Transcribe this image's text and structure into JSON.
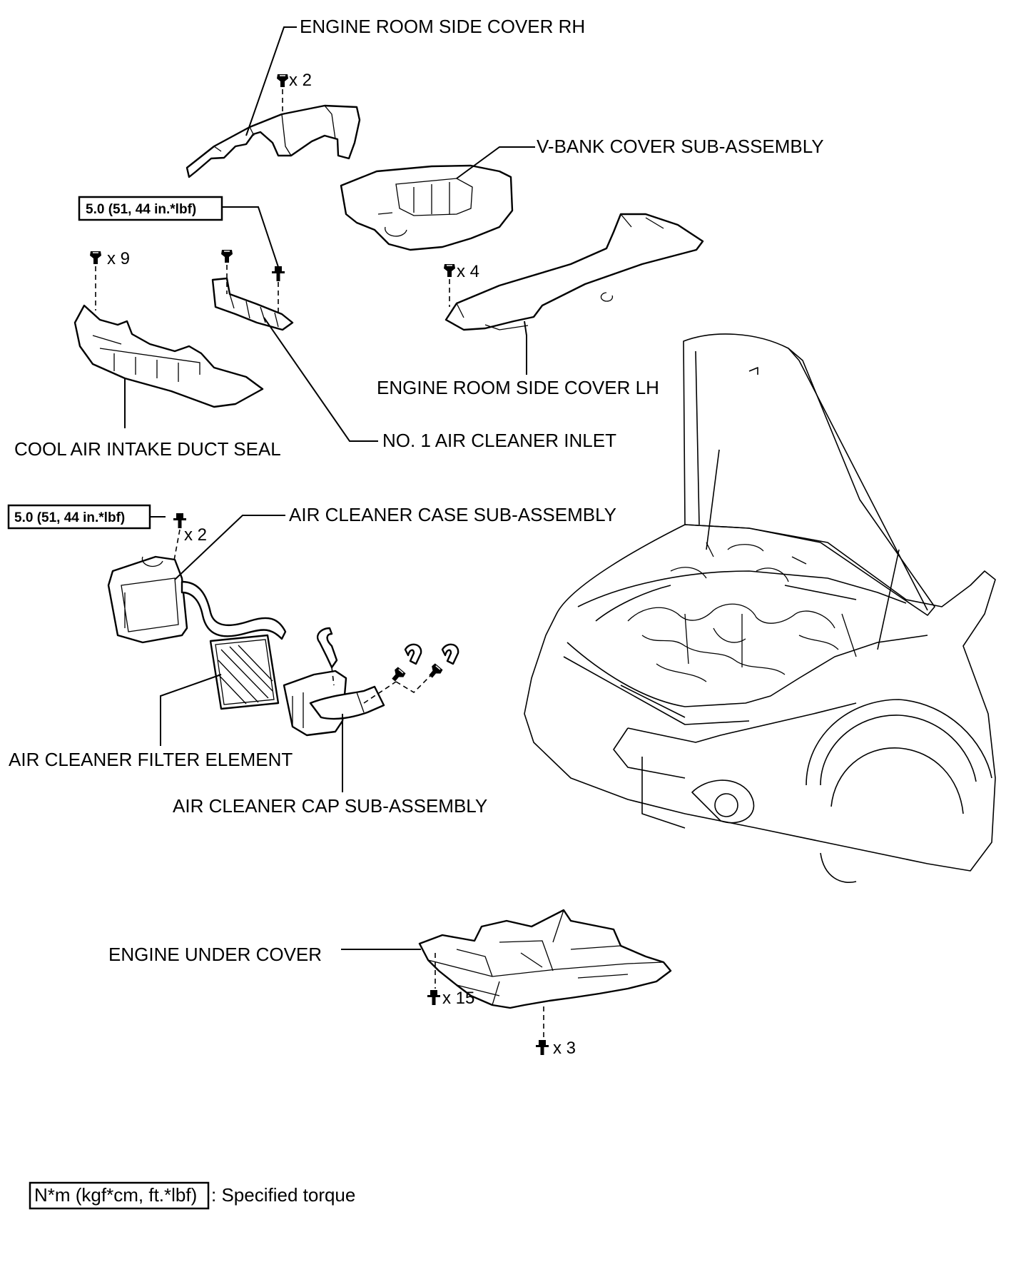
{
  "labels": {
    "engine_room_side_cover_rh": "ENGINE ROOM SIDE COVER RH",
    "v_bank_cover_sub_assembly": "V-BANK COVER SUB-ASSEMBLY",
    "engine_room_side_cover_lh": "ENGINE ROOM SIDE COVER LH",
    "cool_air_intake_duct_seal": "COOL AIR INTAKE DUCT SEAL",
    "no1_air_cleaner_inlet": "NO. 1 AIR CLEANER INLET",
    "air_cleaner_case_sub_assembly": "AIR CLEANER CASE SUB-ASSEMBLY",
    "air_cleaner_filter_element": "AIR CLEANER FILTER ELEMENT",
    "air_cleaner_cap_sub_assembly": "AIR CLEANER CAP SUB-ASSEMBLY",
    "engine_under_cover": "ENGINE UNDER COVER"
  },
  "torque": {
    "inlet_bolt": "5.0 (51, 44 in.*lbf)",
    "case_bolt": "5.0 (51, 44 in.*lbf)"
  },
  "quantities": {
    "rh_cover_clips": "x 2",
    "seal_clips": "x 9",
    "lh_cover_clips": "x 4",
    "case_bolts": "x 2",
    "under_cover_bolts_a": "x 15",
    "under_cover_bolts_b": "x 3"
  },
  "legend": {
    "unit": "N*m (kgf*cm, ft.*lbf)",
    "description": ": Specified torque"
  },
  "icons": [
    "clip-icon",
    "bolt-icon"
  ]
}
